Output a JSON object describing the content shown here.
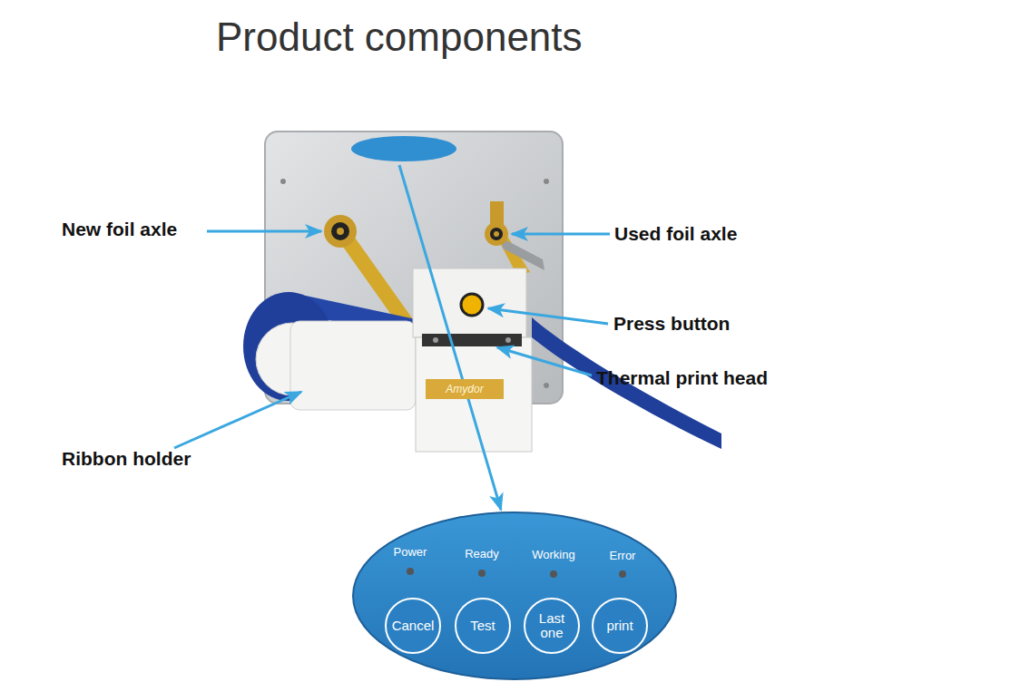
{
  "diagram": {
    "title": "Product components",
    "nodes": [
      {
        "text": [
          "Cancel"
        ]
      },
      {
        "text": [
          "Test"
        ]
      },
      {
        "text": [
          "Last one"
        ]
      },
      {
        "text": [
          "print"
        ]
      }
    ],
    "labels": [
      "New foil axle",
      "Used foil axle",
      "Press button",
      "Thermal print head",
      "Ribbon holder",
      "Amydor",
      "Power",
      "Ready",
      "Working",
      "Error"
    ]
  }
}
